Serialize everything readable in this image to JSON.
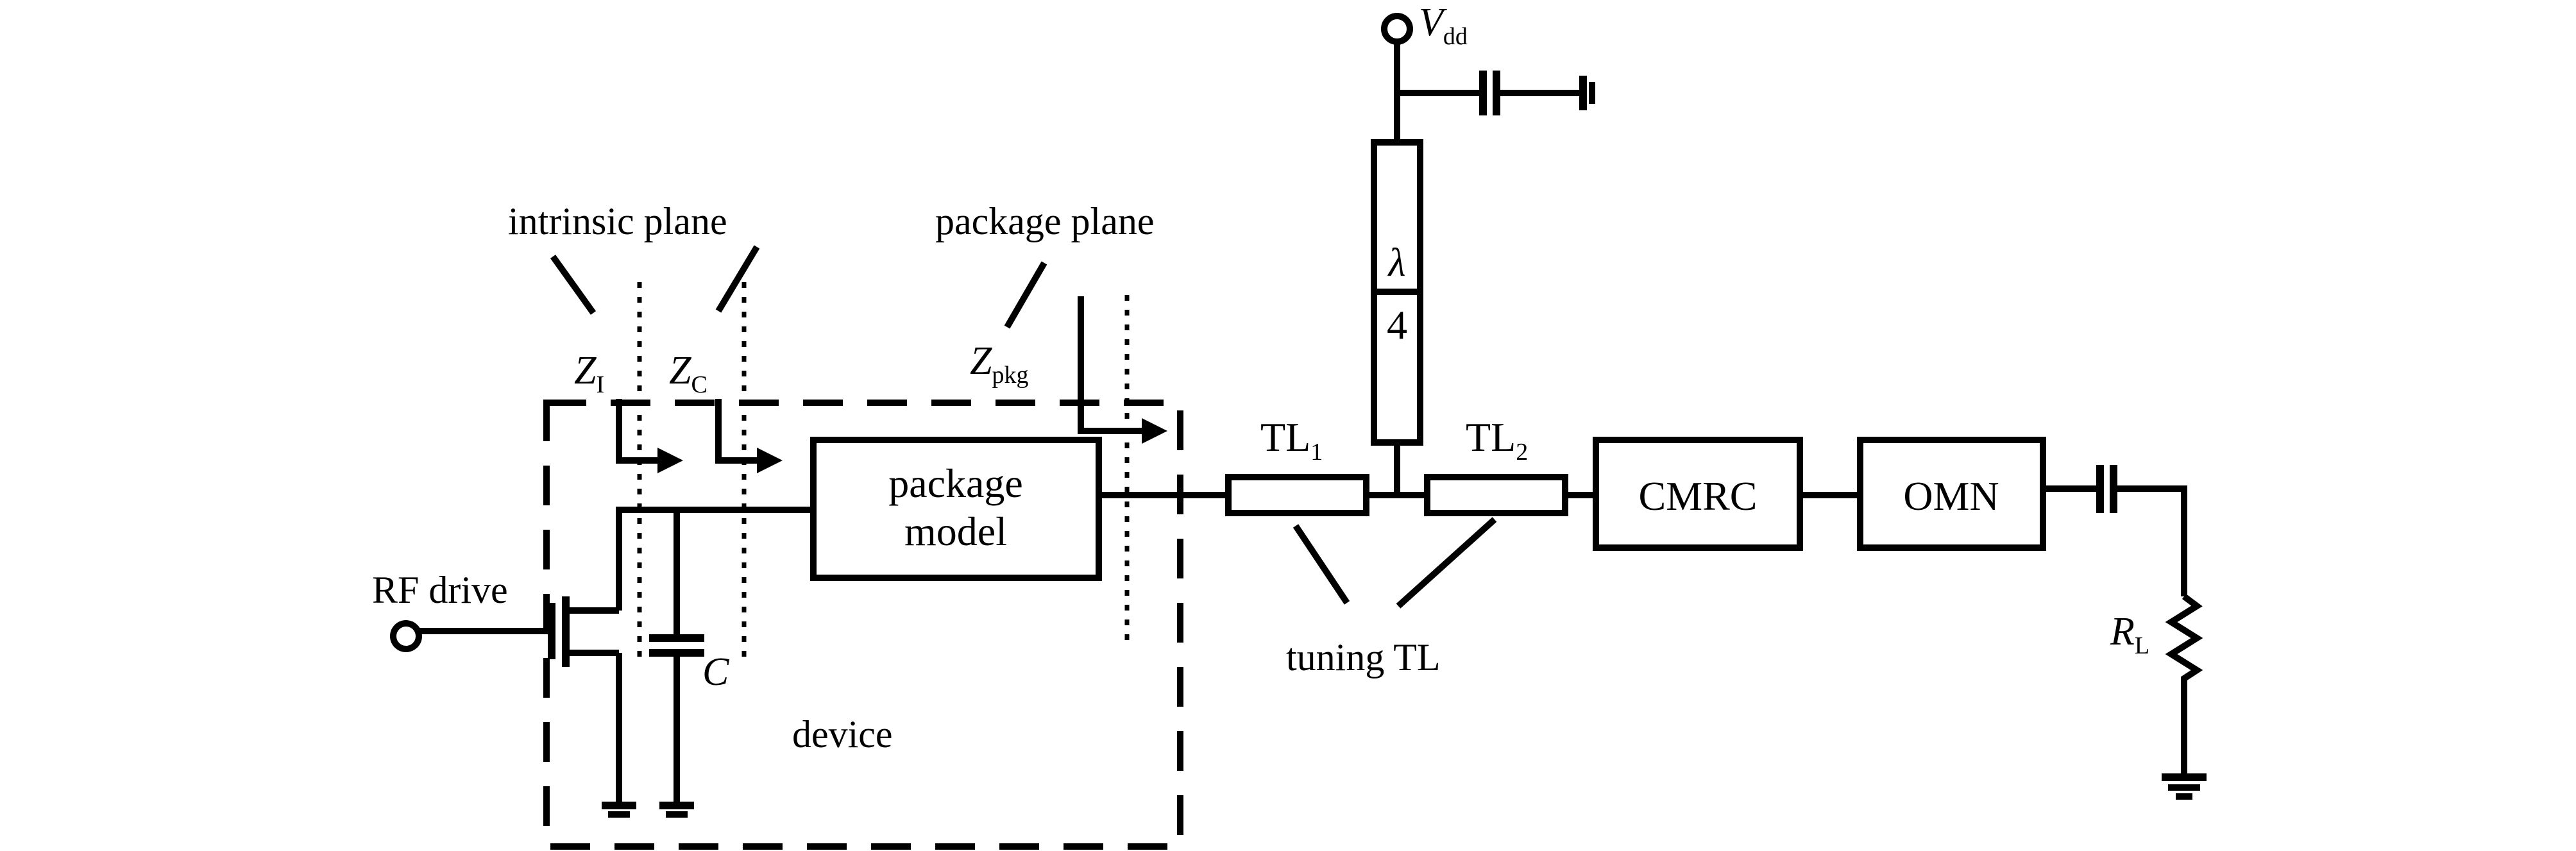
{
  "labels": {
    "rf_drive": "RF drive",
    "intrinsic_plane": "intrinsic plane",
    "package_plane": "package plane",
    "device": "device",
    "tuning_tl": "tuning TL",
    "package_model_line1": "package",
    "package_model_line2": "model",
    "cmrc": "CMRC",
    "omn": "OMN",
    "lambda": "λ",
    "quarter": "4",
    "cap_c": "C"
  },
  "symbols": {
    "z_i": {
      "main": "Z",
      "sub": "I"
    },
    "z_c": {
      "main": "Z",
      "sub": "C"
    },
    "z_pkg": {
      "main": "Z",
      "sub": "pkg"
    },
    "tl1": {
      "main": "TL",
      "sub": "1"
    },
    "tl2": {
      "main": "TL",
      "sub": "2"
    },
    "vdd": {
      "main": "V",
      "sub": "dd"
    },
    "rl": {
      "main": "R",
      "sub": "L"
    }
  }
}
